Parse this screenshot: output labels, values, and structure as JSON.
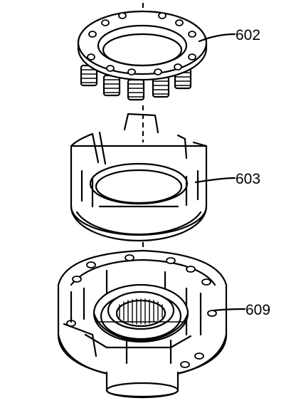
{
  "callouts": {
    "upper": "602",
    "middle": "603",
    "lower": "609"
  }
}
